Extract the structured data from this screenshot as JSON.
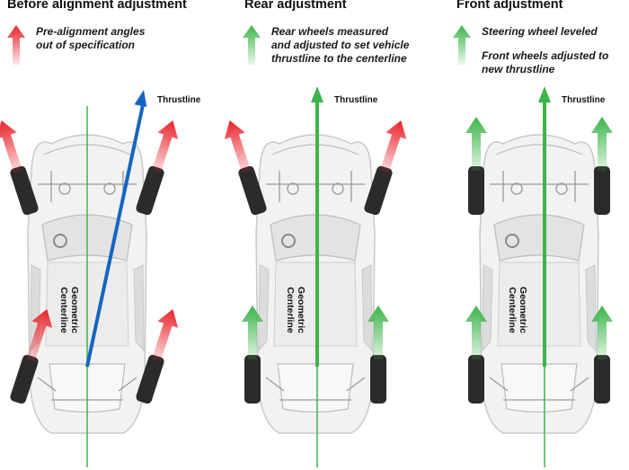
{
  "panels": [
    {
      "title": "Before alignment adjustment",
      "notes": [
        "Pre-alignment angles\nout of specification"
      ],
      "thrustline_label": "Thrustline",
      "centerline_label": "Geometric\nCenterline",
      "thrust_color": "#1565c0",
      "front_arrow_color": "#e8232a",
      "rear_arrow_color": "#e8232a"
    },
    {
      "title": "Rear adjustment",
      "notes": [
        "Rear wheels measured\nand adjusted to set vehicle\nthrustline to the centerline"
      ],
      "thrustline_label": "Thrustline",
      "centerline_label": "Geometric\nCenterline",
      "thrust_color": "#3cb54a",
      "front_arrow_color": "#e8232a",
      "rear_arrow_color": "#3cb54a"
    },
    {
      "title": "Front adjustment",
      "notes": [
        "Steering wheel leveled",
        "Front wheels adjusted to\nnew thrustline"
      ],
      "thrustline_label": "Thrustline",
      "centerline_label": "Geometric\nCenterline",
      "thrust_color": "#3cb54a",
      "front_arrow_color": "#3cb54a",
      "rear_arrow_color": "#3cb54a"
    }
  ],
  "colors": {
    "centerline": "#3cb54a",
    "red": "#e8232a",
    "green": "#3cb54a",
    "blue": "#1565c0",
    "tire": "#2b2b2b",
    "body": "#f2f2f2"
  }
}
